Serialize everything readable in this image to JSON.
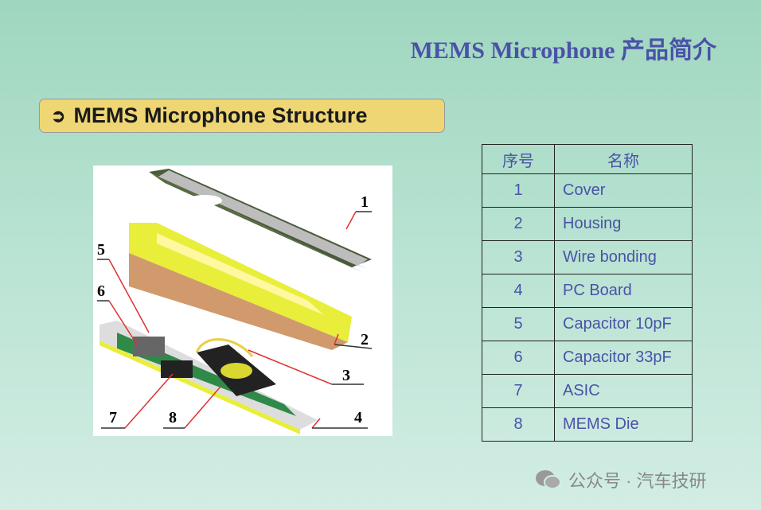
{
  "title": "MEMS Microphone 产品简介",
  "banner": {
    "icon": "arrow-right-circle-icon",
    "text": "MEMS Microphone Structure"
  },
  "figure": {
    "labels": [
      "1",
      "2",
      "3",
      "4",
      "5",
      "6",
      "7",
      "8"
    ]
  },
  "table": {
    "headers": [
      "序号",
      "名称"
    ],
    "rows": [
      {
        "no": "1",
        "name": "Cover"
      },
      {
        "no": "2",
        "name": "Housing"
      },
      {
        "no": "3",
        "name": "Wire bonding"
      },
      {
        "no": "4",
        "name": "PC Board"
      },
      {
        "no": "5",
        "name": "Capacitor 10pF"
      },
      {
        "no": "6",
        "name": "Capacitor 33pF"
      },
      {
        "no": "7",
        "name": "ASIC"
      },
      {
        "no": "8",
        "name": "MEMS Die"
      }
    ]
  },
  "watermark": "公众号 · 汽车技研"
}
